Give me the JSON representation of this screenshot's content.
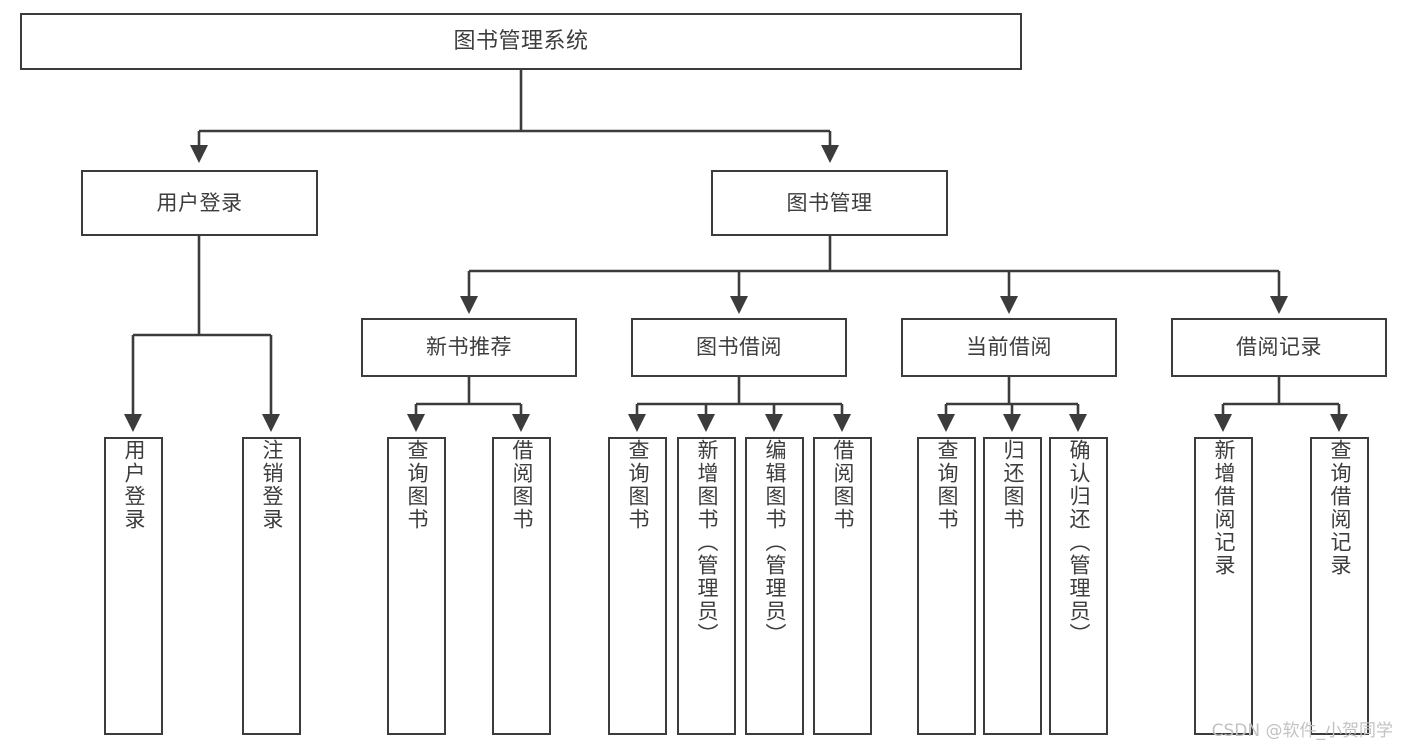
{
  "diagram": {
    "type": "hierarchy-tree",
    "title": "图书管理系统",
    "colors": {
      "background": "#ffffff",
      "border": "#3c3c3c",
      "text": "#3d3d3d",
      "watermark": "#c2c2c2"
    },
    "root": {
      "label": "图书管理系统"
    },
    "level2": [
      {
        "key": "user-login",
        "label": "用户登录"
      },
      {
        "key": "book-management",
        "label": "图书管理"
      }
    ],
    "level3": [
      {
        "key": "new-book-recommend",
        "label": "新书推荐"
      },
      {
        "key": "book-borrow",
        "label": "图书借阅"
      },
      {
        "key": "current-borrow",
        "label": "当前借阅"
      },
      {
        "key": "borrow-record",
        "label": "借阅记录"
      }
    ],
    "leaves": {
      "user_login": [
        {
          "key": "user-login-leaf",
          "label": "用户登录"
        },
        {
          "key": "logout-leaf",
          "label": "注销登录"
        }
      ],
      "new_book_recommend": [
        {
          "key": "query-book-1",
          "label": "查询图书"
        },
        {
          "key": "borrow-book-1",
          "label": "借阅图书"
        }
      ],
      "book_borrow": [
        {
          "key": "query-book-2",
          "label": "查询图书"
        },
        {
          "key": "add-book",
          "label": "新增图书（管理员）"
        },
        {
          "key": "edit-book",
          "label": "编辑图书（管理员）"
        },
        {
          "key": "borrow-book-2",
          "label": "借阅图书"
        }
      ],
      "current_borrow": [
        {
          "key": "query-book-3",
          "label": "查询图书"
        },
        {
          "key": "return-book",
          "label": "归还图书"
        },
        {
          "key": "confirm-return",
          "label": "确认归还（管理员）"
        }
      ],
      "borrow_record": [
        {
          "key": "add-borrow-record",
          "label": "新增借阅记录"
        },
        {
          "key": "query-borrow-record",
          "label": "查询借阅记录"
        }
      ]
    }
  },
  "watermark": {
    "text": "CSDN @软件_小贺同学"
  }
}
